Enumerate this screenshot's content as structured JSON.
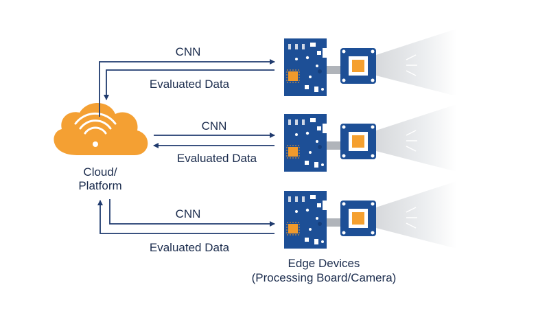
{
  "cloud": {
    "label_line1": "Cloud/",
    "label_line2": "Platform",
    "color": "#f4a033",
    "icon": "wifi-icon"
  },
  "links": [
    {
      "down_label": "CNN",
      "up_label": "Evaluated Data"
    },
    {
      "down_label": "CNN",
      "up_label": "Evaluated Data"
    },
    {
      "down_label": "CNN",
      "up_label": "Evaluated Data"
    }
  ],
  "edge": {
    "label_line1": "Edge Devices",
    "label_line2": "(Processing Board/Camera)"
  },
  "colors": {
    "arrow": "#1f3a6e",
    "board": "#1d4f96",
    "board_dark": "#163f7c",
    "chip": "#f19a2b",
    "sensor": "#f5a02f",
    "text": "#1a2b4c"
  }
}
